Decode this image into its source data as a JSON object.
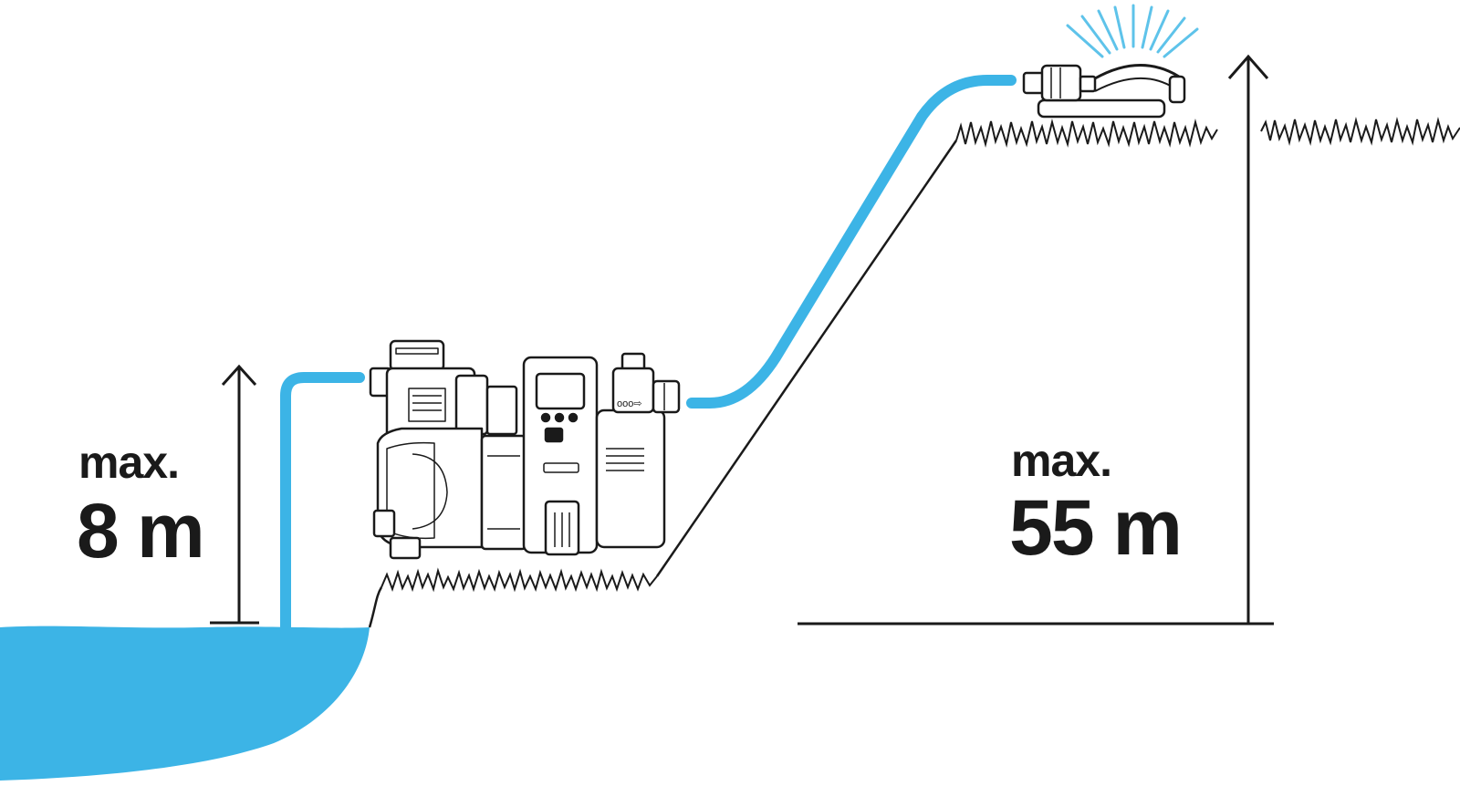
{
  "colors": {
    "water": "#3cb4e6",
    "hose": "#3cb4e6",
    "line": "#1a1a1a",
    "spray": "#5ec3ea"
  },
  "suction_height": {
    "label": "max.",
    "value": "8 m"
  },
  "delivery_height": {
    "label": "max.",
    "value": "55 m"
  },
  "icons": [
    "water-pond",
    "suction-hose",
    "garden-pump",
    "pressure-hose",
    "sprinkler",
    "water-spray",
    "grass",
    "up-arrow"
  ]
}
